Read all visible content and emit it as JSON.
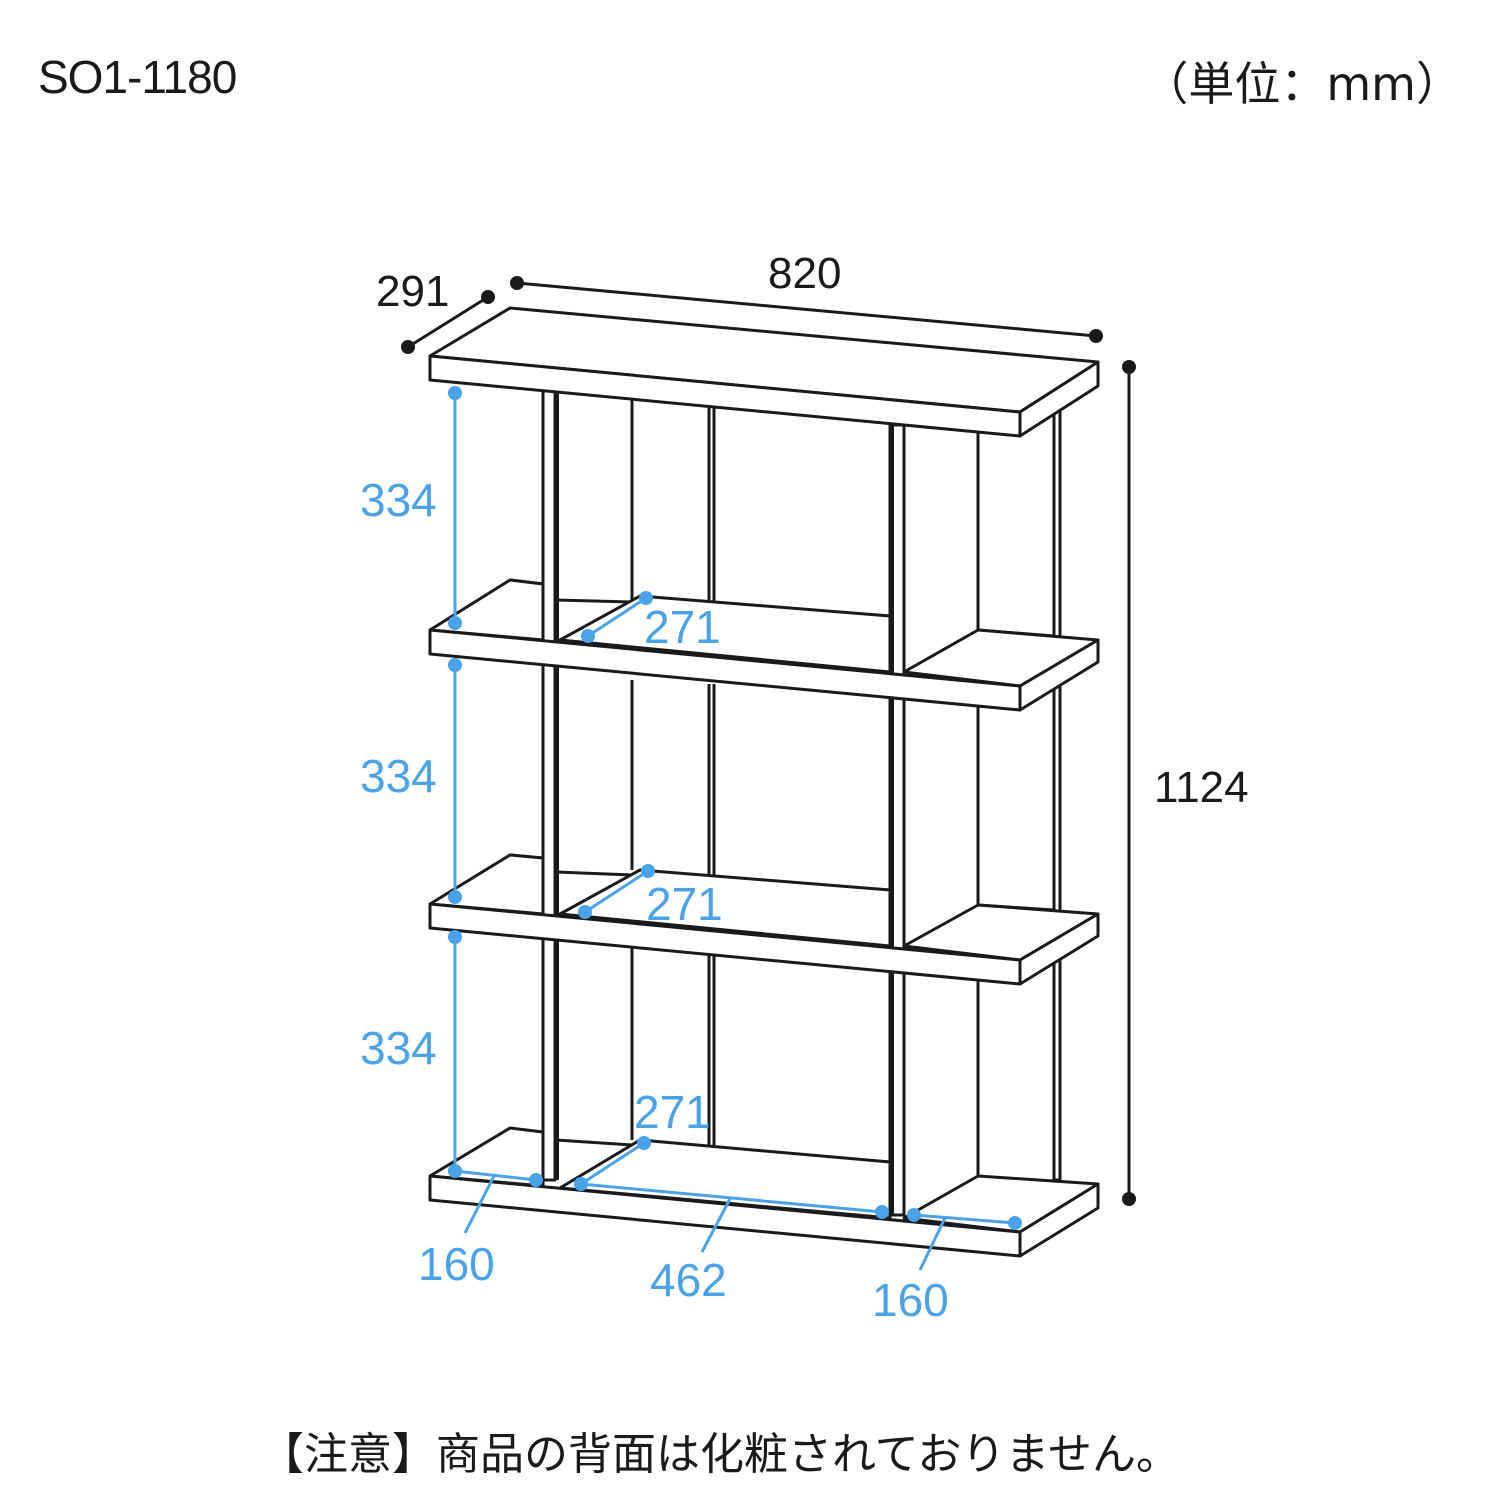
{
  "header": {
    "model_number": "SO1-1180",
    "unit_label": "（単位：mm）"
  },
  "colors": {
    "line": "#1a1a1a",
    "dimension_accent": "#4aa3e8",
    "background": "#ffffff"
  },
  "dimensions": {
    "overall": {
      "depth": "291",
      "width": "820",
      "height": "1124"
    },
    "shelf_heights": [
      {
        "label": "334",
        "position": "top"
      },
      {
        "label": "334",
        "position": "middle"
      },
      {
        "label": "334",
        "position": "bottom"
      }
    ],
    "inner_depths": [
      {
        "label": "271",
        "position": "upper"
      },
      {
        "label": "271",
        "position": "middle"
      },
      {
        "label": "271",
        "position": "lower"
      }
    ],
    "bottom_widths": [
      {
        "label": "160",
        "position": "left"
      },
      {
        "label": "462",
        "position": "center"
      },
      {
        "label": "160",
        "position": "right"
      }
    ]
  },
  "footer": {
    "notice": "【注意】商品の背面は化粧されておりません。"
  }
}
